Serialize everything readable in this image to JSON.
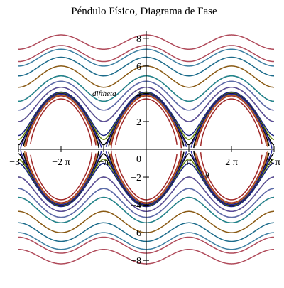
{
  "chart_data": {
    "type": "line",
    "title": "Péndulo Físico, Diagrama de Fase",
    "xlabel": "θ",
    "ylabel": "diftheta",
    "xlim": [
      -9.42478,
      9.42478
    ],
    "ylim": [
      -8.3,
      8.3
    ],
    "grid": false,
    "legend": "none",
    "x_ticks": [
      {
        "value": -9.42478,
        "label": "−3 π"
      },
      {
        "value": -6.28319,
        "label": "−2 π"
      },
      {
        "value": -3.14159,
        "label": "−π"
      },
      {
        "value": 3.14159,
        "label": "π"
      },
      {
        "value": 6.28319,
        "label": "2 π"
      },
      {
        "value": 9.42478,
        "label": "3 π"
      }
    ],
    "y_ticks": [
      {
        "value": 8,
        "label": "8"
      },
      {
        "value": 6,
        "label": "6"
      },
      {
        "value": 4,
        "label": "4"
      },
      {
        "value": 2,
        "label": "2"
      },
      {
        "value": 0,
        "label": "0"
      },
      {
        "value": -2,
        "label": "−2"
      },
      {
        "value": -4,
        "label": "−4"
      },
      {
        "value": -6,
        "label": "−6"
      },
      {
        "value": -8,
        "label": "−8"
      }
    ],
    "curve_model": "diftheta = ±sqrt(2·(E + 4·cos θ)), energy levels E",
    "series": [
      {
        "energy": 22,
        "color": "#3b7ea1"
      },
      {
        "energy": 14,
        "color": "#8a5a14"
      },
      {
        "energy": 10,
        "color": "#8b3a9e"
      },
      {
        "energy": 8,
        "color": "#8b3a9e"
      },
      {
        "energy": 6,
        "color": "#5a8a1a"
      },
      {
        "energy": 4.25,
        "color": "#6a8a10"
      },
      {
        "energy": 3.75,
        "color": "#000000"
      },
      {
        "energy": 3.4,
        "color": "#a02828"
      },
      {
        "energy": 2.6,
        "color": "#a02828"
      },
      {
        "energy": 4.05,
        "color": "#000000"
      },
      {
        "energy": 3.95,
        "color": "#2a2aa0"
      },
      {
        "energy": 3.6,
        "color": "#b86a2a"
      },
      {
        "energy": 4.5,
        "color": "#1a237e"
      },
      {
        "energy": 6,
        "color": "#5b4a9e"
      },
      {
        "energy": 8,
        "color": "#5a6ea8"
      },
      {
        "energy": 10,
        "color": "#1f8a8a"
      },
      {
        "energy": 18,
        "color": "#1a6a8a"
      },
      {
        "energy": 24,
        "color": "#b04a5a"
      },
      {
        "energy": 30,
        "color": "#b04a5a"
      }
    ]
  }
}
